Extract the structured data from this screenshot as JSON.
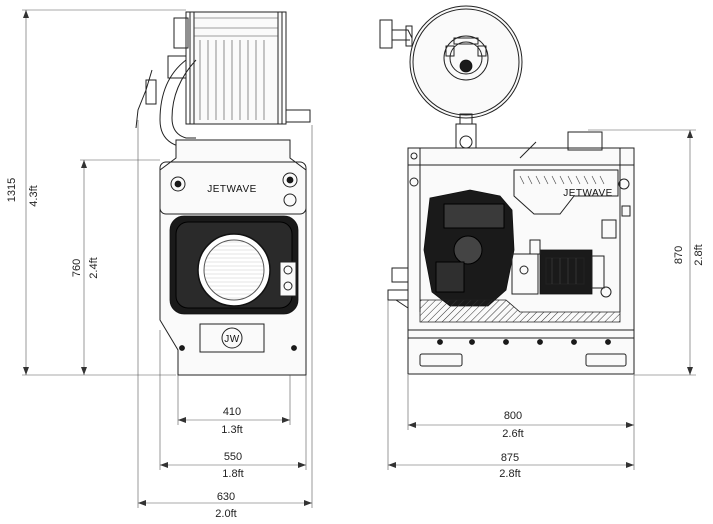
{
  "brand": "JETWAVE",
  "badge": "JW",
  "front_view": {
    "height_total": {
      "mm": "1315",
      "ft": "4.3ft"
    },
    "height_body": {
      "mm": "760",
      "ft": "2.4ft"
    },
    "width_frame": {
      "mm": "410",
      "ft": "1.3ft"
    },
    "width_body": {
      "mm": "550",
      "ft": "1.8ft"
    },
    "width_total": {
      "mm": "630",
      "ft": "2.0ft"
    }
  },
  "side_view": {
    "height": {
      "mm": "870",
      "ft": "2.8ft"
    },
    "length_frame": {
      "mm": "800",
      "ft": "2.6ft"
    },
    "length_total": {
      "mm": "875",
      "ft": "2.8ft"
    }
  }
}
